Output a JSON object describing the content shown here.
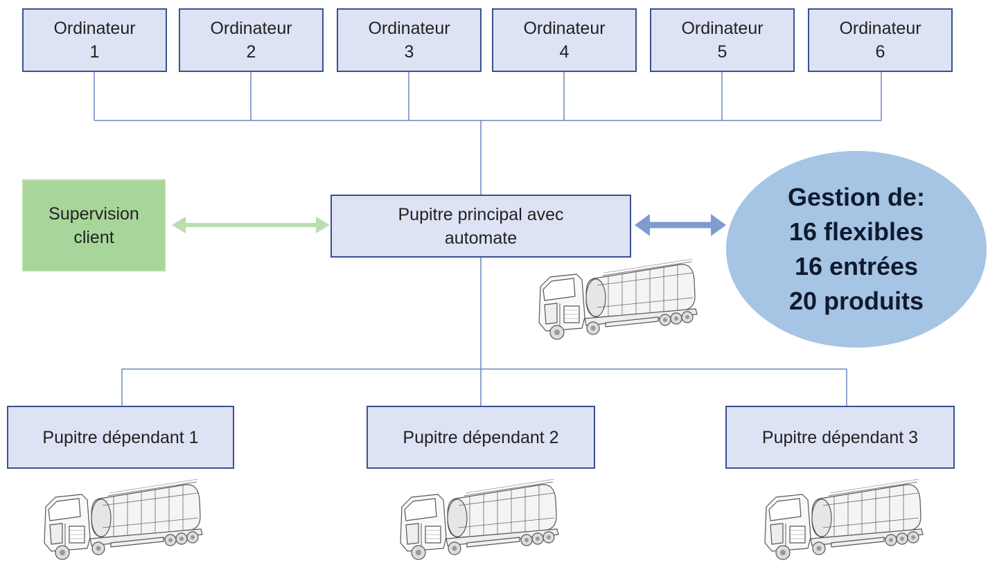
{
  "computers": [
    {
      "line1": "Ordinateur",
      "line2": "1"
    },
    {
      "line1": "Ordinateur",
      "line2": "2"
    },
    {
      "line1": "Ordinateur",
      "line2": "3"
    },
    {
      "line1": "Ordinateur",
      "line2": "4"
    },
    {
      "line1": "Ordinateur",
      "line2": "5"
    },
    {
      "line1": "Ordinateur",
      "line2": "6"
    }
  ],
  "main_console": {
    "line1": "Pupitre principal avec",
    "line2": "automate"
  },
  "supervision": {
    "line1": "Supervision",
    "line2": "client"
  },
  "gestion": {
    "line1": "Gestion de:",
    "line2": "16 flexibles",
    "line3": "16 entrées",
    "line4": "20 produits"
  },
  "dependent_consoles": [
    {
      "label": "Pupitre dépendant 1"
    },
    {
      "label": "Pupitre dépendant 2"
    },
    {
      "label": "Pupitre dépendant 3"
    }
  ],
  "colors": {
    "box_fill": "#dde3f4",
    "box_border": "#3b4f8f",
    "connector": "#6a86c0",
    "supervision_fill": "#a8d69a",
    "supervision_arrow": "#b9deb0",
    "ellipse_fill": "#a6c4e4",
    "ellipse_arrow": "#7f9bd0"
  },
  "icons": {
    "truck": "tanker-truck-icon"
  }
}
